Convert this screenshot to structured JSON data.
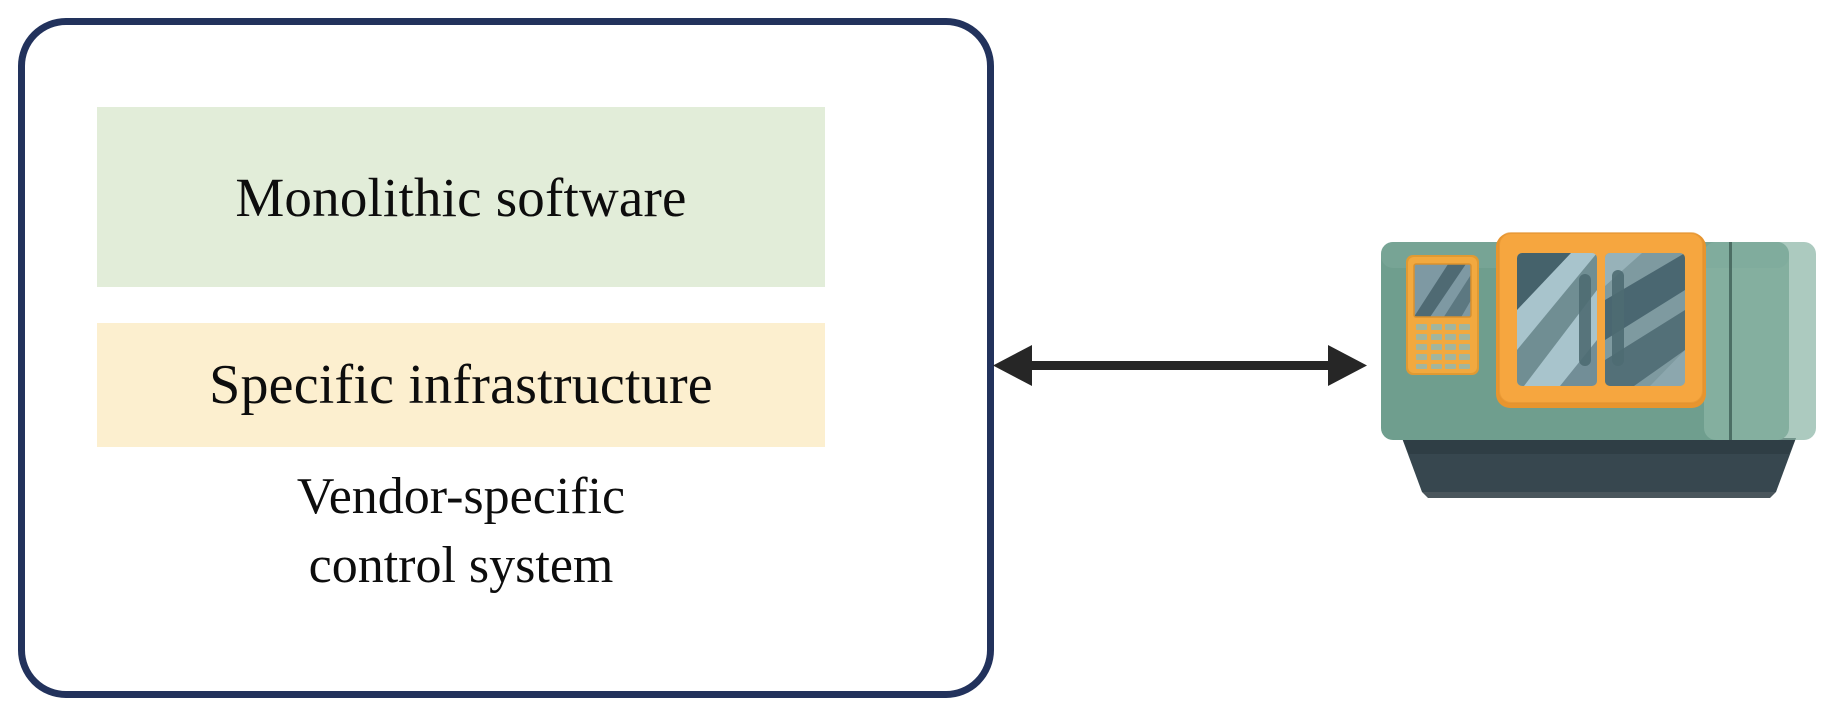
{
  "diagram": {
    "title": "Vendor-specific control system connected to CNC machine",
    "colors": {
      "box_border": "#22325C",
      "band_green": "#E2EDD9",
      "band_yellow": "#FCEFCF",
      "arrow": "#262626",
      "machine_body": "#6F9E8E",
      "machine_body_light": "#83AFA0",
      "machine_accent": "#F2A03C",
      "machine_base": "#37474F",
      "machine_glass": "#A8C4CC"
    }
  },
  "control_box": {
    "bands": [
      {
        "id": "monolithic-software",
        "label": "Monolithic software",
        "background": "#E2EDD9"
      },
      {
        "id": "specific-infrastructure",
        "label": "Specific infrastructure",
        "background": "#FCEFCF"
      }
    ],
    "caption_lines": [
      "Vendor-specific",
      "control system"
    ]
  },
  "connector": {
    "type": "double-headed-arrow",
    "direction": "bidirectional",
    "label": "",
    "color": "#262626"
  },
  "machine": {
    "name": "cnc-machine",
    "alt": "CNC machining center with orange door frame and control keypad",
    "keypad": {
      "rows": 5,
      "columns": 4
    },
    "doors": 2
  }
}
